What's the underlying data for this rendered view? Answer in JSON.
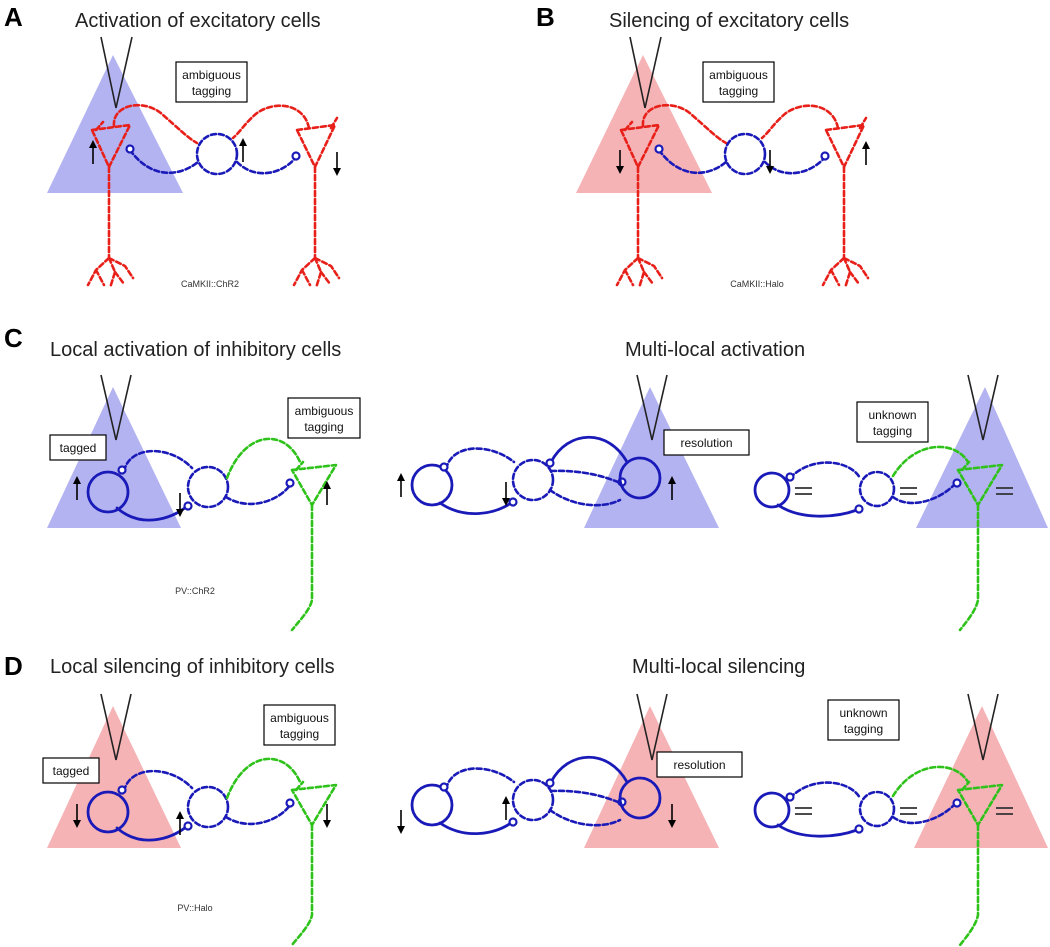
{
  "colors": {
    "excitatory": "#e8201a",
    "inhibitory": "#1a1ab8",
    "unknown_cell": "#2ec21a",
    "activation_light": "#b3b3f2",
    "silencing_light": "#f5b3b6"
  },
  "panels": {
    "A": {
      "letter": "A",
      "title": "Activation of excitatory cells",
      "box": [
        "ambiguous",
        "tagging"
      ],
      "construct": "CaMKII::ChR2"
    },
    "B": {
      "letter": "B",
      "title": "Silencing of excitatory cells",
      "box": [
        "ambiguous",
        "tagging"
      ],
      "construct": "CaMKII::Halo"
    },
    "C": {
      "letter": "C",
      "title": "Local activation of inhibitory cells",
      "tagged": "tagged",
      "box": [
        "ambiguous",
        "tagging"
      ],
      "construct": "PV::ChR2",
      "multi_title": "Multi-local activation",
      "resolution": "resolution",
      "unknown": [
        "unknown",
        "tagging"
      ]
    },
    "D": {
      "letter": "D",
      "title": "Local silencing of inhibitory cells",
      "tagged": "tagged",
      "box": [
        "ambiguous",
        "tagging"
      ],
      "construct": "PV::Halo",
      "multi_title": "Multi-local silencing",
      "resolution": "resolution",
      "unknown": [
        "unknown",
        "tagging"
      ]
    }
  }
}
